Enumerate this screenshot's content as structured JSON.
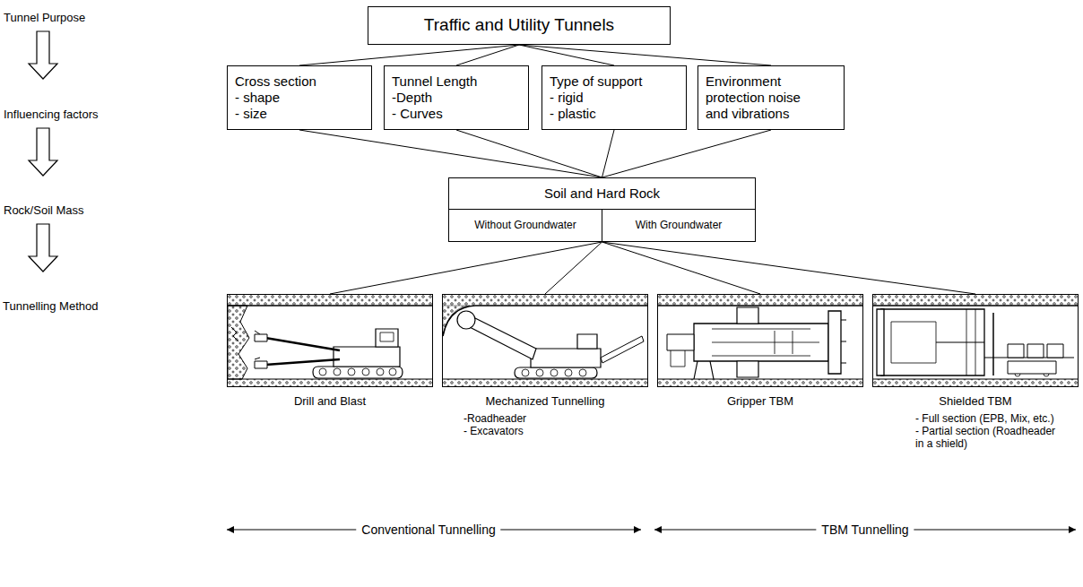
{
  "diagram": {
    "nodes": [
      {
        "text": [
          "Traffic and Utility Tunnels"
        ]
      },
      {
        "text": [
          "Cross section - shape - size"
        ]
      },
      {
        "text": [
          "Tunnel Length -Depth - Curves"
        ]
      },
      {
        "text": [
          "Type of support - rigid - plastic"
        ]
      },
      {
        "text": [
          "Environment protection noise and vibrations"
        ]
      },
      {
        "text": [
          "Soil and Hard Rock"
        ]
      },
      {
        "text": [
          "Without Groundwater"
        ],
        "in": 5
      },
      {
        "text": [
          "With Groundwater"
        ],
        "in": 5
      },
      {
        "text": [
          "Drill and Blast"
        ]
      },
      {
        "text": [
          "Mechanized Tunnelling",
          "-Roadheader - Excavators"
        ]
      },
      {
        "text": [
          "Gripper TBM"
        ]
      },
      {
        "text": [
          "Shielded TBM",
          "- Full section (EPB, Mix, etc.) - Partial section (Roadheader in a shield)"
        ]
      }
    ],
    "edges": [
      {
        "from": 0,
        "to": 1,
        "arrow": "none"
      },
      {
        "from": 0,
        "to": 2,
        "arrow": "none"
      },
      {
        "from": 0,
        "to": 3,
        "arrow": "none"
      },
      {
        "from": 0,
        "to": 4,
        "arrow": "none"
      },
      {
        "from": 1,
        "to": 5,
        "arrow": "none"
      },
      {
        "from": 2,
        "to": 5,
        "arrow": "none"
      },
      {
        "from": 3,
        "to": 5,
        "arrow": "none"
      },
      {
        "from": 4,
        "to": 5,
        "arrow": "none"
      },
      {
        "from": 5,
        "to": 8,
        "arrow": "none"
      },
      {
        "from": 5,
        "to": 9,
        "arrow": "none"
      },
      {
        "from": 5,
        "to": 10,
        "arrow": "none"
      },
      {
        "from": 5,
        "to": 11,
        "arrow": "none"
      }
    ],
    "labels": [
      "Tunnel Purpose",
      "Influencing factors",
      "Rock/Soil Mass",
      "Tunnelling Method",
      "Conventional Tunnelling",
      "TBM Tunnelling"
    ]
  }
}
